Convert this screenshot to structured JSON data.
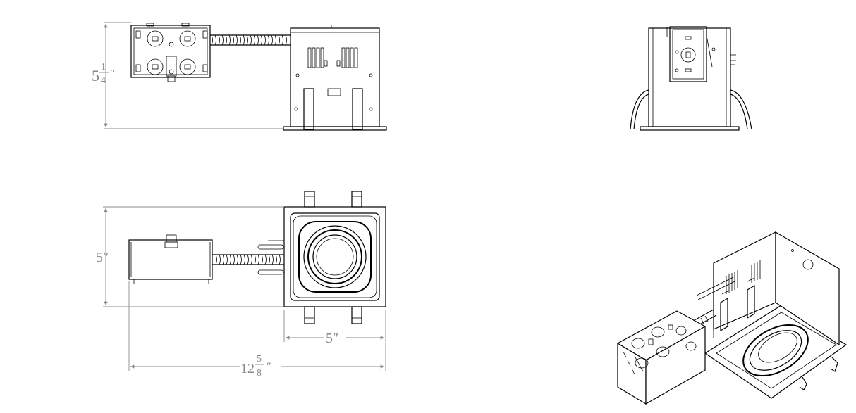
{
  "dimensions": {
    "height_whole": "5",
    "height_num": "1",
    "height_den": "4",
    "height_unit": "″",
    "width_top": "5″",
    "width_trim": "5″",
    "length_whole": "12",
    "length_num": "5",
    "length_den": "8",
    "length_unit": "″"
  },
  "colors": {
    "line": "#000000",
    "dimension": "#8a8a8a",
    "background": "#ffffff"
  }
}
